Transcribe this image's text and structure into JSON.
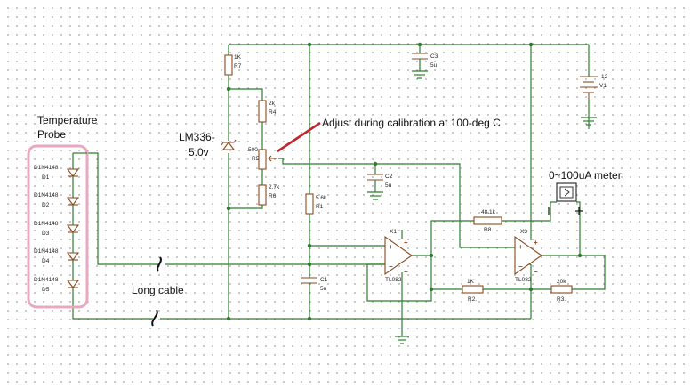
{
  "annotations": {
    "probe_line1": "Temperature",
    "probe_line2": "Probe",
    "long_cable": "Long cable",
    "calibration": "Adjust during calibration at 100-deg C",
    "lm336_line1": "LM336-",
    "lm336_line2": "5.0v",
    "meter": "0~100uA meter"
  },
  "components": {
    "d1": {
      "part": "D1N4148",
      "ref": "D1"
    },
    "d2": {
      "part": "D1N4148",
      "ref": "D2"
    },
    "d3": {
      "part": "D1N4148",
      "ref": "D3"
    },
    "d4": {
      "part": "D1N4148",
      "ref": "D4"
    },
    "d5": {
      "part": "D1N4148",
      "ref": "D5"
    },
    "r7": {
      "value": "1K",
      "ref": "R7"
    },
    "r4": {
      "value": "2k",
      "ref": "R4"
    },
    "r5": {
      "value": "500",
      "ref": "R5"
    },
    "r6": {
      "value": "2.7k",
      "ref": "R6"
    },
    "r1": {
      "value": "5.6k",
      "ref": "R1"
    },
    "c1": {
      "ref": "C1",
      "value": "5u"
    },
    "c2": {
      "ref": "C2",
      "value": "5u"
    },
    "c3": {
      "ref": "C3",
      "value": "5u"
    },
    "v1": {
      "value": "12",
      "ref": "V1"
    },
    "x1": {
      "ref": "X1",
      "part": "TL082"
    },
    "x3": {
      "ref": "X3",
      "part": "TL082"
    },
    "r8": {
      "value": "48.1k",
      "ref": "R8."
    },
    "r2": {
      "value": "1K",
      "ref": "R2."
    },
    "r3": {
      "value": "20k",
      "ref": "R3."
    }
  },
  "colors": {
    "wire": "#2f7d2f",
    "component": "#8a4a20",
    "probe_outline": "#e8a8c0",
    "arrow": "#c0262a"
  }
}
